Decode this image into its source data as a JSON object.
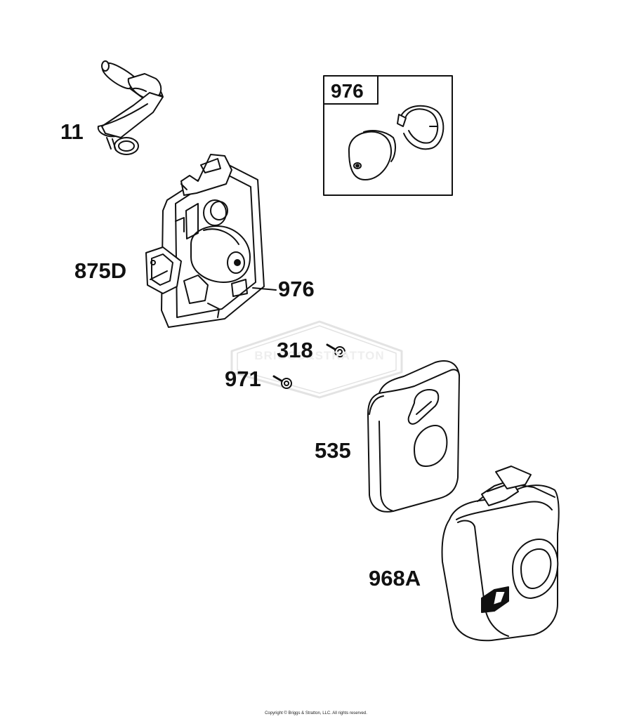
{
  "watermark": {
    "text": "BRIGGS&STRATTON"
  },
  "inset": {
    "label": "976"
  },
  "labels": {
    "tube": "11",
    "base": "875D",
    "grommet": "976",
    "screw_318": "318",
    "screw_971": "971",
    "filter": "535",
    "cover": "968A"
  },
  "copyright": "Copyright © Briggs & Stratton, LLC. All rights reserved.",
  "colors": {
    "line": "#111111",
    "watermark": "#e6e6e6",
    "background": "#ffffff"
  }
}
